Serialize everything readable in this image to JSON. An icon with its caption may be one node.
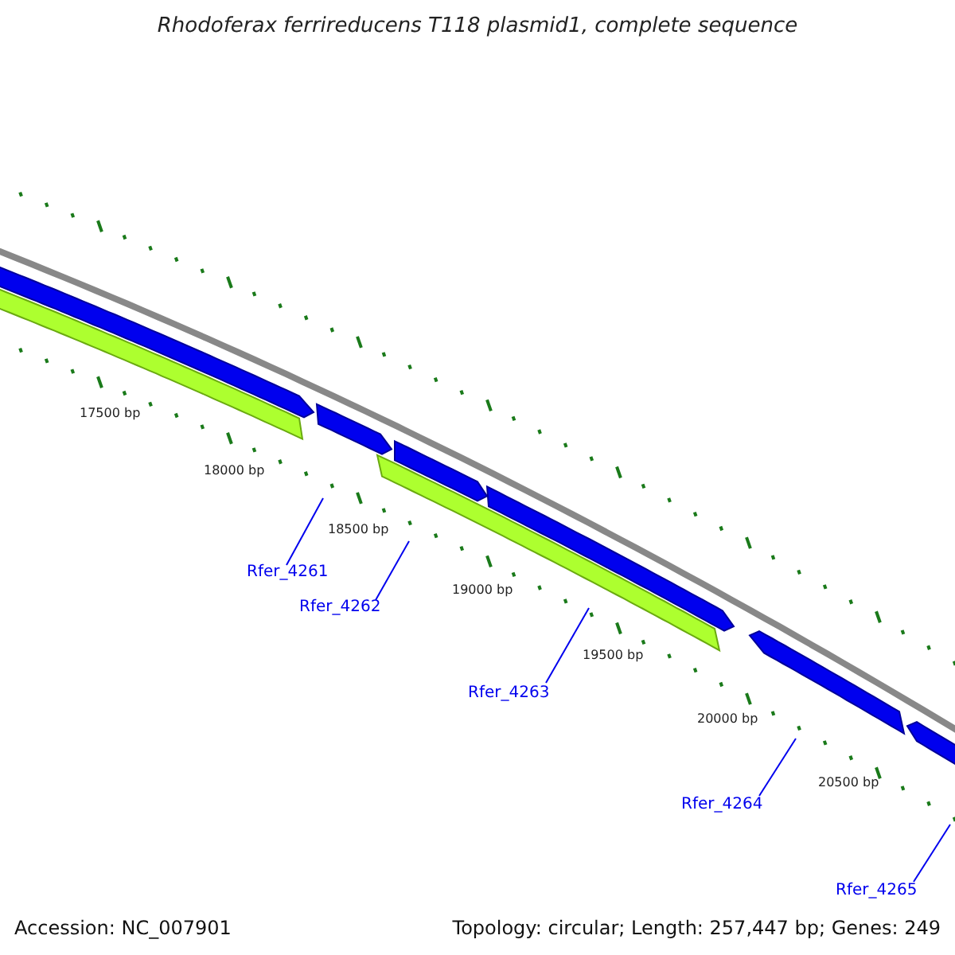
{
  "diagram": {
    "title": "Rhodoferax ferrireducens T118 plasmid1, complete sequence",
    "nodes": [
      {
        "text": [
          "Rfer_4261"
        ]
      },
      {
        "text": [
          "Rfer_4262"
        ]
      },
      {
        "text": [
          "Rfer_4263"
        ]
      },
      {
        "text": [
          "Rfer_4264"
        ]
      },
      {
        "text": [
          "Rfer_4265"
        ]
      }
    ],
    "edges": [
      {
        "from": 0,
        "to": null,
        "arrow": "none"
      },
      {
        "from": 1,
        "to": null,
        "arrow": "none"
      },
      {
        "from": 2,
        "to": null,
        "arrow": "none"
      },
      {
        "from": 3,
        "to": null,
        "arrow": "none"
      },
      {
        "from": 4,
        "to": null,
        "arrow": "none"
      }
    ],
    "labels": [
      "17500 bp",
      "18000 bp",
      "18500 bp",
      "19000 bp",
      "19500 bp",
      "20000 bp",
      "20500 bp",
      "Accession: NC_007901",
      "Topology: circular; Length: 257,447 bp; Genes: 249"
    ]
  }
}
